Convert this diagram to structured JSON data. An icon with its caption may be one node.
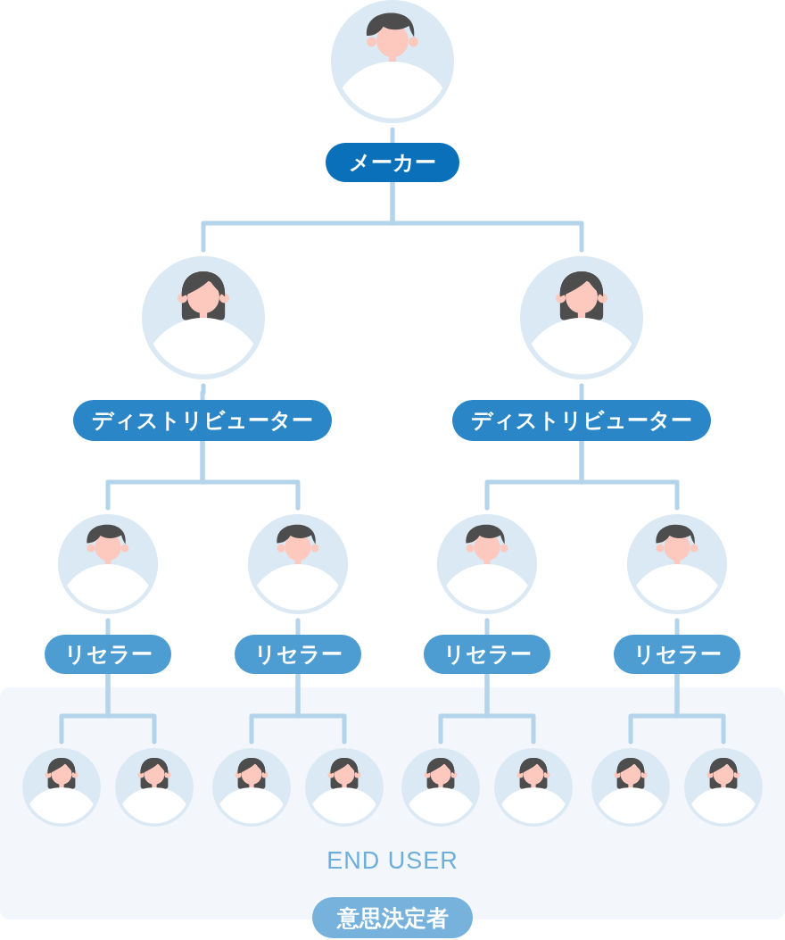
{
  "diagram": {
    "nodes": [
      {
        "text": [],
        "shape": "person"
      },
      {
        "text": [
          "メーカー"
        ]
      },
      {
        "text": [],
        "shape": "person"
      },
      {
        "text": [],
        "shape": "person"
      },
      {
        "text": [
          "ディストリビューター"
        ]
      },
      {
        "text": [
          "ディストリビューター"
        ]
      },
      {
        "text": [],
        "shape": "person"
      },
      {
        "text": [],
        "shape": "person"
      },
      {
        "text": [],
        "shape": "person"
      },
      {
        "text": [],
        "shape": "person"
      },
      {
        "text": [
          "リセラー"
        ]
      },
      {
        "text": [
          "リセラー"
        ]
      },
      {
        "text": [
          "リセラー"
        ]
      },
      {
        "text": [
          "リセラー"
        ]
      },
      {
        "text": [
          "END USER"
        ]
      },
      {
        "text": [],
        "shape": "person",
        "in": 14
      },
      {
        "text": [],
        "shape": "person",
        "in": 14
      },
      {
        "text": [],
        "shape": "person",
        "in": 14
      },
      {
        "text": [],
        "shape": "person",
        "in": 14
      },
      {
        "text": [],
        "shape": "person",
        "in": 14
      },
      {
        "text": [],
        "shape": "person",
        "in": 14
      },
      {
        "text": [],
        "shape": "person",
        "in": 14
      },
      {
        "text": [],
        "shape": "person",
        "in": 14
      },
      {
        "text": [
          "意思決定者"
        ]
      }
    ],
    "edges": [
      {
        "from": 0,
        "to": 1,
        "arrow": "none"
      },
      {
        "from": 1,
        "to": 2,
        "arrow": "none"
      },
      {
        "from": 1,
        "to": 3,
        "arrow": "none"
      },
      {
        "from": 2,
        "to": 4,
        "arrow": "none"
      },
      {
        "from": 3,
        "to": 5,
        "arrow": "none"
      },
      {
        "from": 4,
        "to": 6,
        "arrow": "none"
      },
      {
        "from": 4,
        "to": 7,
        "arrow": "none"
      },
      {
        "from": 5,
        "to": 8,
        "arrow": "none"
      },
      {
        "from": 5,
        "to": 9,
        "arrow": "none"
      },
      {
        "from": 6,
        "to": 10,
        "arrow": "none"
      },
      {
        "from": 7,
        "to": 11,
        "arrow": "none"
      },
      {
        "from": 8,
        "to": 12,
        "arrow": "none"
      },
      {
        "from": 9,
        "to": 13,
        "arrow": "none"
      },
      {
        "from": 10,
        "to": 15,
        "arrow": "none"
      },
      {
        "from": 10,
        "to": 16,
        "arrow": "none"
      },
      {
        "from": 11,
        "to": 17,
        "arrow": "none"
      },
      {
        "from": 11,
        "to": 18,
        "arrow": "none"
      },
      {
        "from": 12,
        "to": 19,
        "arrow": "none"
      },
      {
        "from": 12,
        "to": 20,
        "arrow": "none"
      },
      {
        "from": 13,
        "to": 21,
        "arrow": "none"
      },
      {
        "from": 13,
        "to": 22,
        "arrow": "none"
      }
    ]
  }
}
